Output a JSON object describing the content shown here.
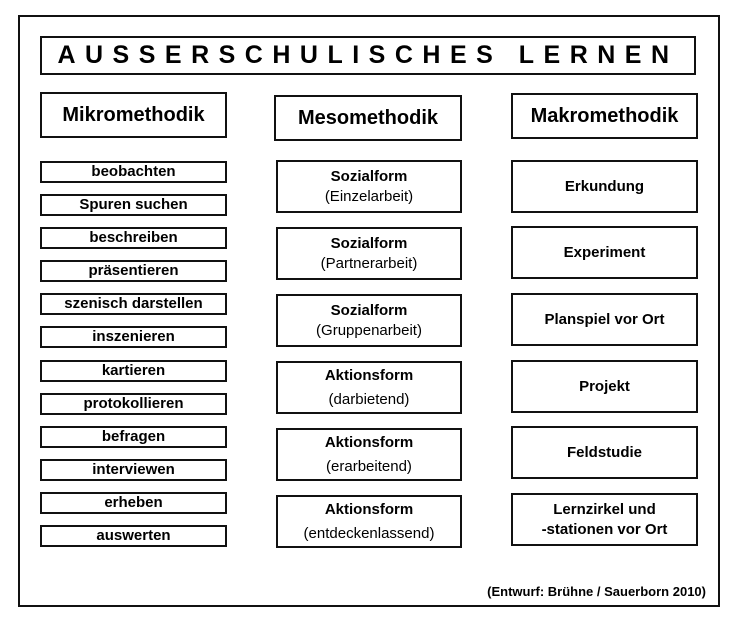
{
  "title": "AUSSERSCHULISCHES LERNEN",
  "columns": {
    "mikro": {
      "header": "Mikromethodik",
      "items": [
        "beobachten",
        "Spuren suchen",
        "beschreiben",
        "präsentieren",
        "szenisch darstellen",
        "inszenieren",
        "kartieren",
        "protokollieren",
        "befragen",
        "interviewen",
        "erheben",
        "auswerten"
      ]
    },
    "meso": {
      "header": "Mesomethodik",
      "items": [
        {
          "main": "Sozialform",
          "sub": "(Einzelarbeit)"
        },
        {
          "main": "Sozialform",
          "sub": "(Partnerarbeit)"
        },
        {
          "main": "Sozialform",
          "sub": "(Gruppenarbeit)"
        },
        {
          "main": "Aktionsform",
          "sub": "(darbietend)"
        },
        {
          "main": "Aktionsform",
          "sub": "(erarbeitend)"
        },
        {
          "main": "Aktionsform",
          "sub": "(entdeckenlassend)"
        }
      ]
    },
    "makro": {
      "header": "Makromethodik",
      "items": [
        {
          "line1": "Erkundung",
          "line2": ""
        },
        {
          "line1": "Experiment",
          "line2": ""
        },
        {
          "line1": "Planspiel vor Ort",
          "line2": ""
        },
        {
          "line1": "Projekt",
          "line2": ""
        },
        {
          "line1": "Feldstudie",
          "line2": ""
        },
        {
          "line1": "Lernzirkel und",
          "line2": "-stationen vor Ort"
        }
      ]
    }
  },
  "credit": "(Entwurf: Brühne / Sauerborn 2010)"
}
